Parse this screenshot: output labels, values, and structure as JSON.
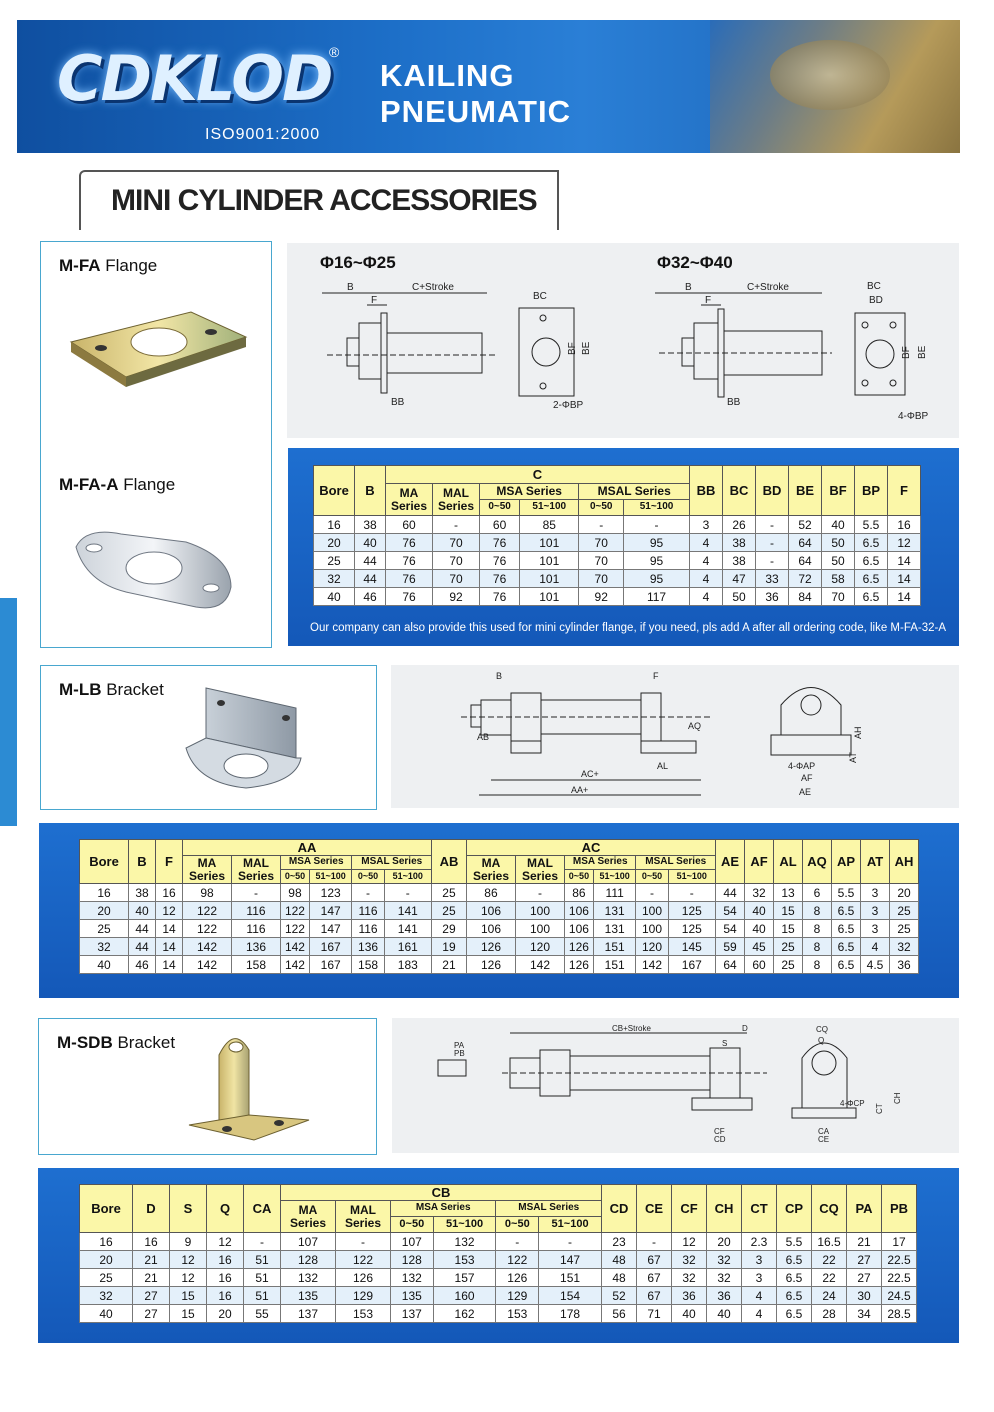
{
  "header": {
    "logo": "CDKLOD",
    "reg": "®",
    "iso": "ISO9001:2000",
    "brand_line1": "KAILING",
    "brand_line2": "PNEUMATIC"
  },
  "title": "MINI CYLINDER ACCESSORIES",
  "products": {
    "mfa": {
      "code": "M-FA",
      "name": " Flange"
    },
    "mfaa": {
      "code": "M-FA-A",
      "name": " Flange"
    },
    "mlb": {
      "code": "M-LB",
      "name": " Bracket"
    },
    "msdb": {
      "code": "M-SDB",
      "name": " Bracket"
    }
  },
  "drawing1": {
    "label_small": "Φ16~Φ25",
    "label_large": "Φ32~Φ40"
  },
  "table1": {
    "headers": {
      "bore": "Bore",
      "b": "B",
      "c": "C",
      "ma": "MA Series",
      "mal": "MAL Series",
      "msa": "MSA Series",
      "msal": "MSAL Series",
      "r1": "0~50",
      "r2": "51~100",
      "r3": "0~50",
      "r4": "51~100",
      "bb": "BB",
      "bc": "BC",
      "bd": "BD",
      "be": "BE",
      "bf": "BF",
      "bp": "BP",
      "f": "F"
    },
    "rows": [
      [
        "16",
        "38",
        "60",
        "-",
        "60",
        "85",
        "-",
        "-",
        "3",
        "26",
        "-",
        "52",
        "40",
        "5.5",
        "16"
      ],
      [
        "20",
        "40",
        "76",
        "70",
        "76",
        "101",
        "70",
        "95",
        "4",
        "38",
        "-",
        "64",
        "50",
        "6.5",
        "12"
      ],
      [
        "25",
        "44",
        "76",
        "70",
        "76",
        "101",
        "70",
        "95",
        "4",
        "38",
        "-",
        "64",
        "50",
        "6.5",
        "14"
      ],
      [
        "32",
        "44",
        "76",
        "70",
        "76",
        "101",
        "70",
        "95",
        "4",
        "47",
        "33",
        "72",
        "58",
        "6.5",
        "14"
      ],
      [
        "40",
        "46",
        "76",
        "92",
        "76",
        "101",
        "92",
        "117",
        "4",
        "50",
        "36",
        "84",
        "70",
        "6.5",
        "14"
      ]
    ],
    "note": "Our company can also provide this used for mini cylinder flange, if you need, pls add A after all ordering code, like M-FA-32-A"
  },
  "table2": {
    "headers": {
      "bore": "Bore",
      "b": "B",
      "f": "F",
      "aa": "AA",
      "ab": "AB",
      "ac": "AC",
      "ma": "MA Series",
      "mal": "MAL Series",
      "msa": "MSA Series",
      "msal": "MSAL Series",
      "r1": "0~50",
      "r2": "51~100",
      "ae": "AE",
      "af": "AF",
      "al": "AL",
      "aq": "AQ",
      "ap": "AP",
      "at": "AT",
      "ah": "AH"
    },
    "rows": [
      [
        "16",
        "38",
        "16",
        "98",
        "-",
        "98",
        "123",
        "-",
        "-",
        "25",
        "86",
        "-",
        "86",
        "111",
        "-",
        "-",
        "44",
        "32",
        "13",
        "6",
        "5.5",
        "3",
        "20"
      ],
      [
        "20",
        "40",
        "12",
        "122",
        "116",
        "122",
        "147",
        "116",
        "141",
        "25",
        "106",
        "100",
        "106",
        "131",
        "100",
        "125",
        "54",
        "40",
        "15",
        "8",
        "6.5",
        "3",
        "25"
      ],
      [
        "25",
        "44",
        "14",
        "122",
        "116",
        "122",
        "147",
        "116",
        "141",
        "29",
        "106",
        "100",
        "106",
        "131",
        "100",
        "125",
        "54",
        "40",
        "15",
        "8",
        "6.5",
        "3",
        "25"
      ],
      [
        "32",
        "44",
        "14",
        "142",
        "136",
        "142",
        "167",
        "136",
        "161",
        "19",
        "126",
        "120",
        "126",
        "151",
        "120",
        "145",
        "59",
        "45",
        "25",
        "8",
        "6.5",
        "4",
        "32"
      ],
      [
        "40",
        "46",
        "14",
        "142",
        "158",
        "142",
        "167",
        "158",
        "183",
        "21",
        "126",
        "142",
        "126",
        "151",
        "142",
        "167",
        "64",
        "60",
        "25",
        "8",
        "6.5",
        "4.5",
        "36"
      ]
    ]
  },
  "table3": {
    "headers": {
      "bore": "Bore",
      "d": "D",
      "s": "S",
      "q": "Q",
      "ca": "CA",
      "cb": "CB",
      "ma": "MA Series",
      "mal": "MAL Series",
      "msa": "MSA Series",
      "msal": "MSAL Series",
      "r1": "0~50",
      "r2": "51~100",
      "cd": "CD",
      "ce": "CE",
      "cf": "CF",
      "ch": "CH",
      "ct": "CT",
      "cp": "CP",
      "cq": "CQ",
      "pa": "PA",
      "pb": "PB"
    },
    "rows": [
      [
        "16",
        "16",
        "9",
        "12",
        "-",
        "107",
        "-",
        "107",
        "132",
        "-",
        "-",
        "23",
        "-",
        "12",
        "20",
        "2.3",
        "5.5",
        "16.5",
        "21",
        "17"
      ],
      [
        "20",
        "21",
        "12",
        "16",
        "51",
        "128",
        "122",
        "128",
        "153",
        "122",
        "147",
        "48",
        "67",
        "32",
        "32",
        "3",
        "6.5",
        "22",
        "27",
        "22.5"
      ],
      [
        "25",
        "21",
        "12",
        "16",
        "51",
        "132",
        "126",
        "132",
        "157",
        "126",
        "151",
        "48",
        "67",
        "32",
        "32",
        "3",
        "6.5",
        "22",
        "27",
        "22.5"
      ],
      [
        "32",
        "27",
        "15",
        "16",
        "51",
        "135",
        "129",
        "135",
        "160",
        "129",
        "154",
        "52",
        "67",
        "36",
        "36",
        "4",
        "6.5",
        "24",
        "30",
        "24.5"
      ],
      [
        "40",
        "27",
        "15",
        "20",
        "55",
        "137",
        "153",
        "137",
        "162",
        "153",
        "178",
        "56",
        "71",
        "40",
        "40",
        "4",
        "6.5",
        "28",
        "34",
        "28.5"
      ]
    ]
  },
  "dim_labels": {
    "d1": [
      "B",
      "F",
      "C+Stroke",
      "BB",
      "BC",
      "BF",
      "BE",
      "2-ΦBP"
    ],
    "d1b": [
      "B",
      "F",
      "C+Stroke",
      "BB",
      "BC",
      "BD",
      "BF",
      "BE",
      "4-ΦBP"
    ],
    "d2": [
      "B",
      "F",
      "AQ",
      "AB",
      "AL",
      "AC+",
      "AA+",
      "AH",
      "AT",
      "4-ΦAP",
      "AF",
      "AE"
    ],
    "d3": [
      "CB+Stroke",
      "D",
      "S",
      "PA",
      "PB",
      "CF",
      "CD",
      "CQ",
      "Q",
      "4-ΦCP",
      "CT",
      "CH",
      "CA",
      "CE"
    ]
  }
}
